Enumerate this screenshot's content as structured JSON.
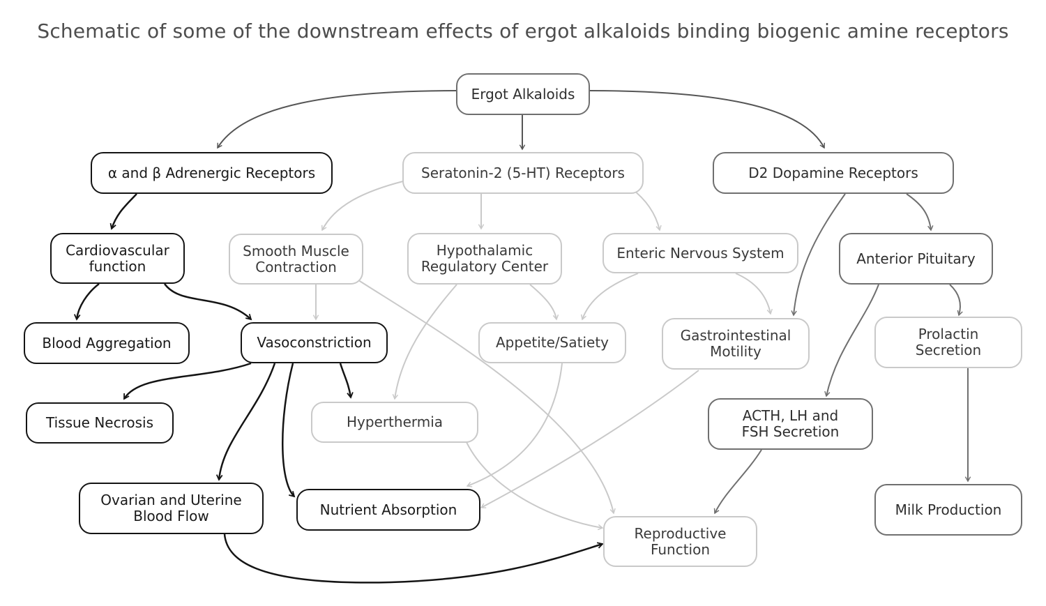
{
  "title": "Schematic of some of the downstream effects of ergot alkaloids binding biogenic amine receptors",
  "nodes": {
    "ergot_alkaloids": "Ergot Alkaloids",
    "adrenergic_receptors": "α and β Adrenergic Receptors",
    "serotonin_receptors": "Seratonin-2 (5-HT) Receptors",
    "dopamine_receptors": "D2 Dopamine Receptors",
    "cardiovascular_function": "Cardiovascular\nfunction",
    "smooth_muscle_contraction": "Smooth Muscle\nContraction",
    "hypothalamic_regulatory_center": "Hypothalamic\nRegulatory Center",
    "enteric_nervous_system": "Enteric Nervous System",
    "anterior_pituitary": "Anterior Pituitary",
    "blood_aggregation": "Blood Aggregation",
    "vasoconstriction": "Vasoconstriction",
    "appetite_satiety": "Appetite/Satiety",
    "gastrointestinal_motility": "Gastrointestinal\nMotility",
    "prolactin_secretion": "Prolactin\nSecretion",
    "tissue_necrosis": "Tissue Necrosis",
    "hyperthermia": "Hyperthermia",
    "acth_lh_fsh_secretion": "ACTH, LH and\nFSH Secretion",
    "ovarian_uterine_blood_flow": "Ovarian and Uterine\nBlood Flow",
    "nutrient_absorption": "Nutrient Absorption",
    "reproductive_function": "Reproductive\nFunction",
    "milk_production": "Milk Production"
  },
  "colors": {
    "adrenergic_pathway": "#141414",
    "dopamine_pathway": "#6f6f6f",
    "serotonin_pathway": "#c9c9c9",
    "root": "#555555"
  }
}
